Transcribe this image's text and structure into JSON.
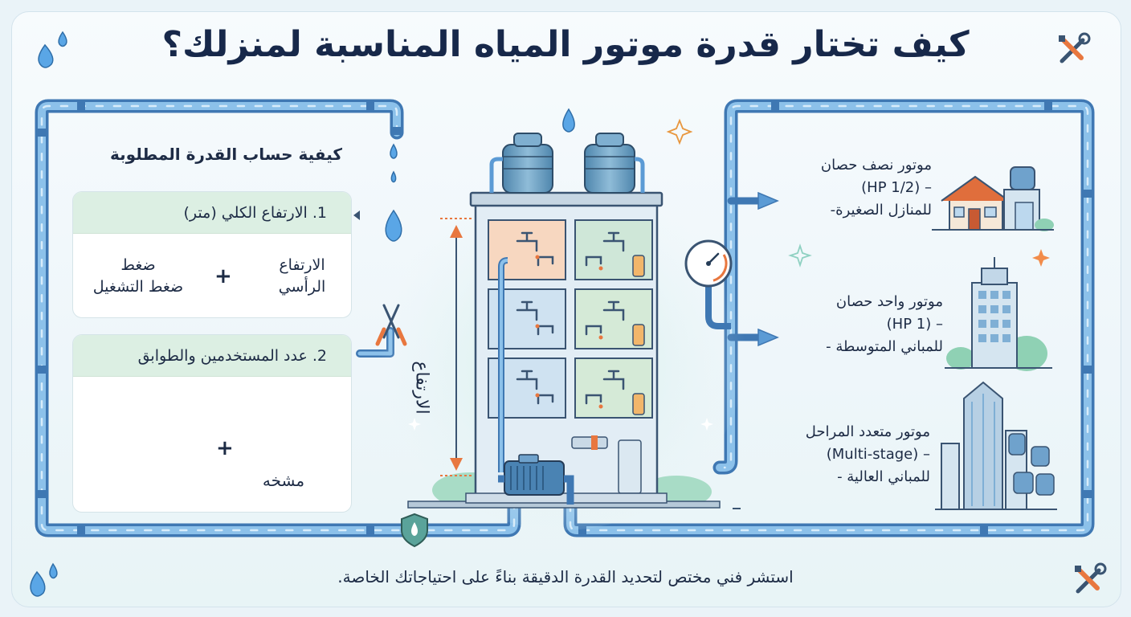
{
  "title": "كيف تختار قدرة موتور المياه المناسبة لمنزلك؟",
  "calc": {
    "heading": "كيفية حساب القدرة المطلوبة",
    "step1": {
      "label": "1. الارتفاع الكلي (متر)",
      "term_right_line1": "الارتفاع",
      "term_right_line2": "الرأسي",
      "term_left_line1": "ضغط",
      "term_left_line2": "ضغط التشغيل",
      "operator": "+"
    },
    "step2": {
      "label": "2. عدد المستخدمين والطوابق",
      "faucet_label": "مشخه",
      "operator": "+"
    }
  },
  "building": {
    "height_label": "الارتفاع"
  },
  "motors": [
    {
      "name": "موتور نصف حصان",
      "power": "– (1/2 HP)",
      "use": "للمنازل الصغيرة-"
    },
    {
      "name": "موتور واحد حصان",
      "power": "– (1 HP)",
      "use": "للمباني المتوسطة -"
    },
    {
      "name": "موتور متعدد المراحل",
      "power": "– (Multi-stage)",
      "use": "للمباني العالية -"
    }
  ],
  "footer": "استشر فني مختص لتحديد القدرة الدقيقة بناءً على احتياجاتك الخاصة.",
  "colors": {
    "pipe": "#5b9bd5",
    "pipe_light": "#a9d0ef",
    "card_header": "#dcefe3",
    "title": "#17284a",
    "accent_orange": "#e8773f",
    "water": "#3c8fd8"
  },
  "icons": [
    "water-drops-icon",
    "tools-icon",
    "faucet-icon",
    "pressure-gauge-icon",
    "pump-motor-icon",
    "water-tank-icon",
    "house-icon",
    "office-building-icon",
    "skyscraper-icon",
    "sparkle-icon",
    "shield-valve-icon"
  ]
}
